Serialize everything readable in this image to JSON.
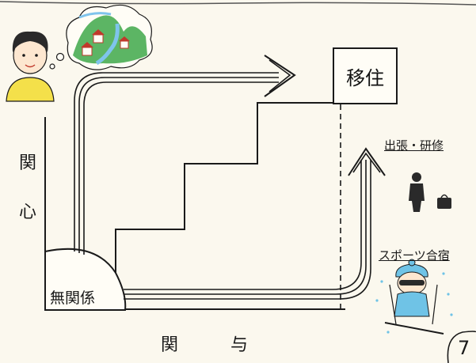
{
  "diagram": {
    "vertical_axis": [
      "関",
      "心"
    ],
    "horizontal_axis": [
      "関",
      "与"
    ],
    "start_label": "無関係",
    "goal_label": "移住",
    "mid_label_business": "出張・研修",
    "mid_label_sports": "スポーツ合宿",
    "page_number": "7"
  },
  "colors": {
    "paper": "#fbf8ee",
    "ink": "#1a1a1a",
    "shirt": "#f4e04a",
    "hill": "#3fa84a",
    "sky": "#7fc4ec",
    "skier": "#6fc3e6"
  }
}
